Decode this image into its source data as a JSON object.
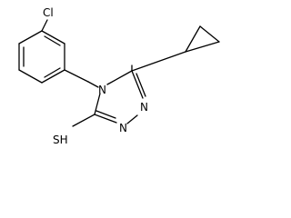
{
  "molecule": {
    "labels": {
      "chlorine": "Cl",
      "nitrogen_ring_4": "N",
      "nitrogen_ring_1": "N",
      "nitrogen_ring_2": "N",
      "thiol": "SH"
    }
  }
}
